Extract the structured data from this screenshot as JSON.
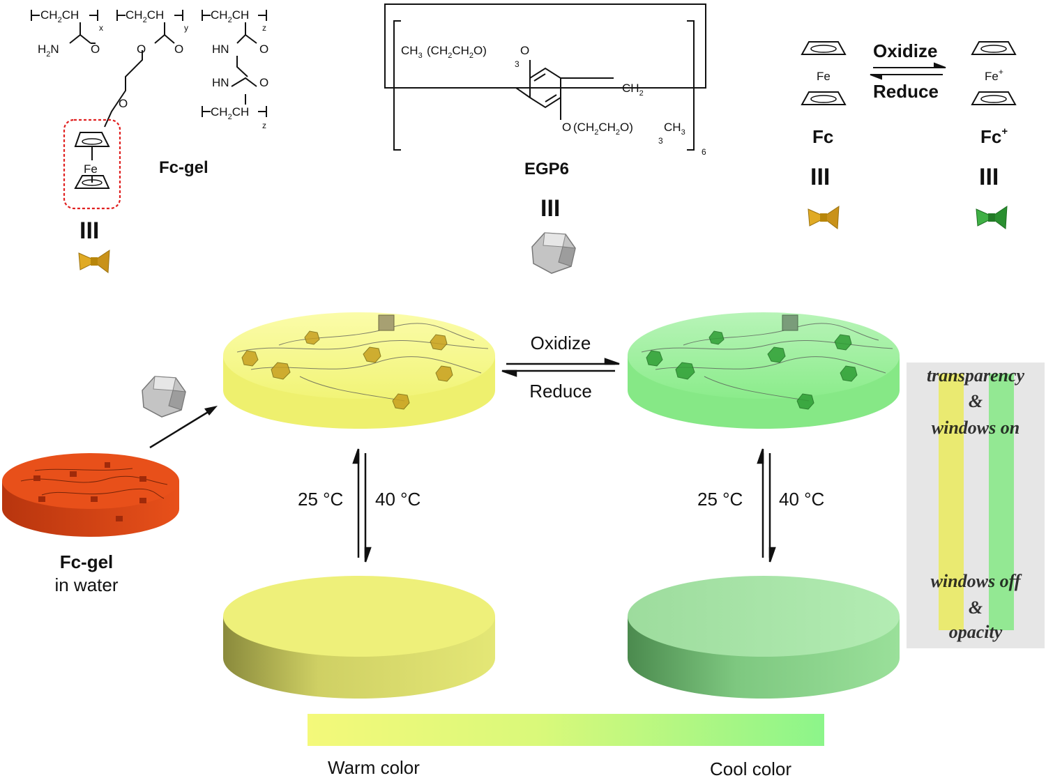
{
  "fcgel": {
    "chain_unit": "CH",
    "chain_unit_sub": "2",
    "chain_unit_tail": "CH",
    "repeat_x": "x",
    "repeat_y": "y",
    "repeat_z": "z",
    "amide_h2n": "H",
    "amide_h2n_sub": "2",
    "amide_h2n_tail": "N",
    "oxygen": "O",
    "hn": "HN",
    "iron": "Fe",
    "name": "Fc-gel"
  },
  "egp6": {
    "ch3": "CH",
    "ch3_sub": "3",
    "peg": "CH",
    "peg_sub": "2",
    "peg_mid": "CH",
    "peg_sub2": "2",
    "peg_tail": "O",
    "n3": "3",
    "ch2": "CH",
    "ch2_sub": "2",
    "n6": "6",
    "name": "EGP6"
  },
  "redox_top": {
    "oxidize": "Oxidize",
    "reduce": "Reduce",
    "fc_label": "Fc",
    "fcplus_label": "Fc",
    "plus": "+",
    "fe": "Fe",
    "fe_plus": "Fe",
    "equiv": "III"
  },
  "main": {
    "oxidize": "Oxidize",
    "reduce": "Reduce",
    "t_low": "25 °C",
    "t_high": "40 °C",
    "fcgel_label": "Fc-gel",
    "in_water": "in water"
  },
  "legend": {
    "warm": "Warm color",
    "cool": "Cool color"
  },
  "window_inset": {
    "line1": "transparency",
    "amp1": "&",
    "line2": "windows on",
    "line3": "windows off",
    "amp2": "&",
    "line4": "opacity"
  },
  "colors": {
    "fcgel_orange": "#e8501a",
    "yellow_gel": "#f2f57a",
    "green_gel": "#8ef08e",
    "fc_gold": "#d8a21e",
    "fcplus_green": "#2f9e35",
    "egp_gray": "#bdbdbd",
    "dashed_red": "#e02020"
  }
}
